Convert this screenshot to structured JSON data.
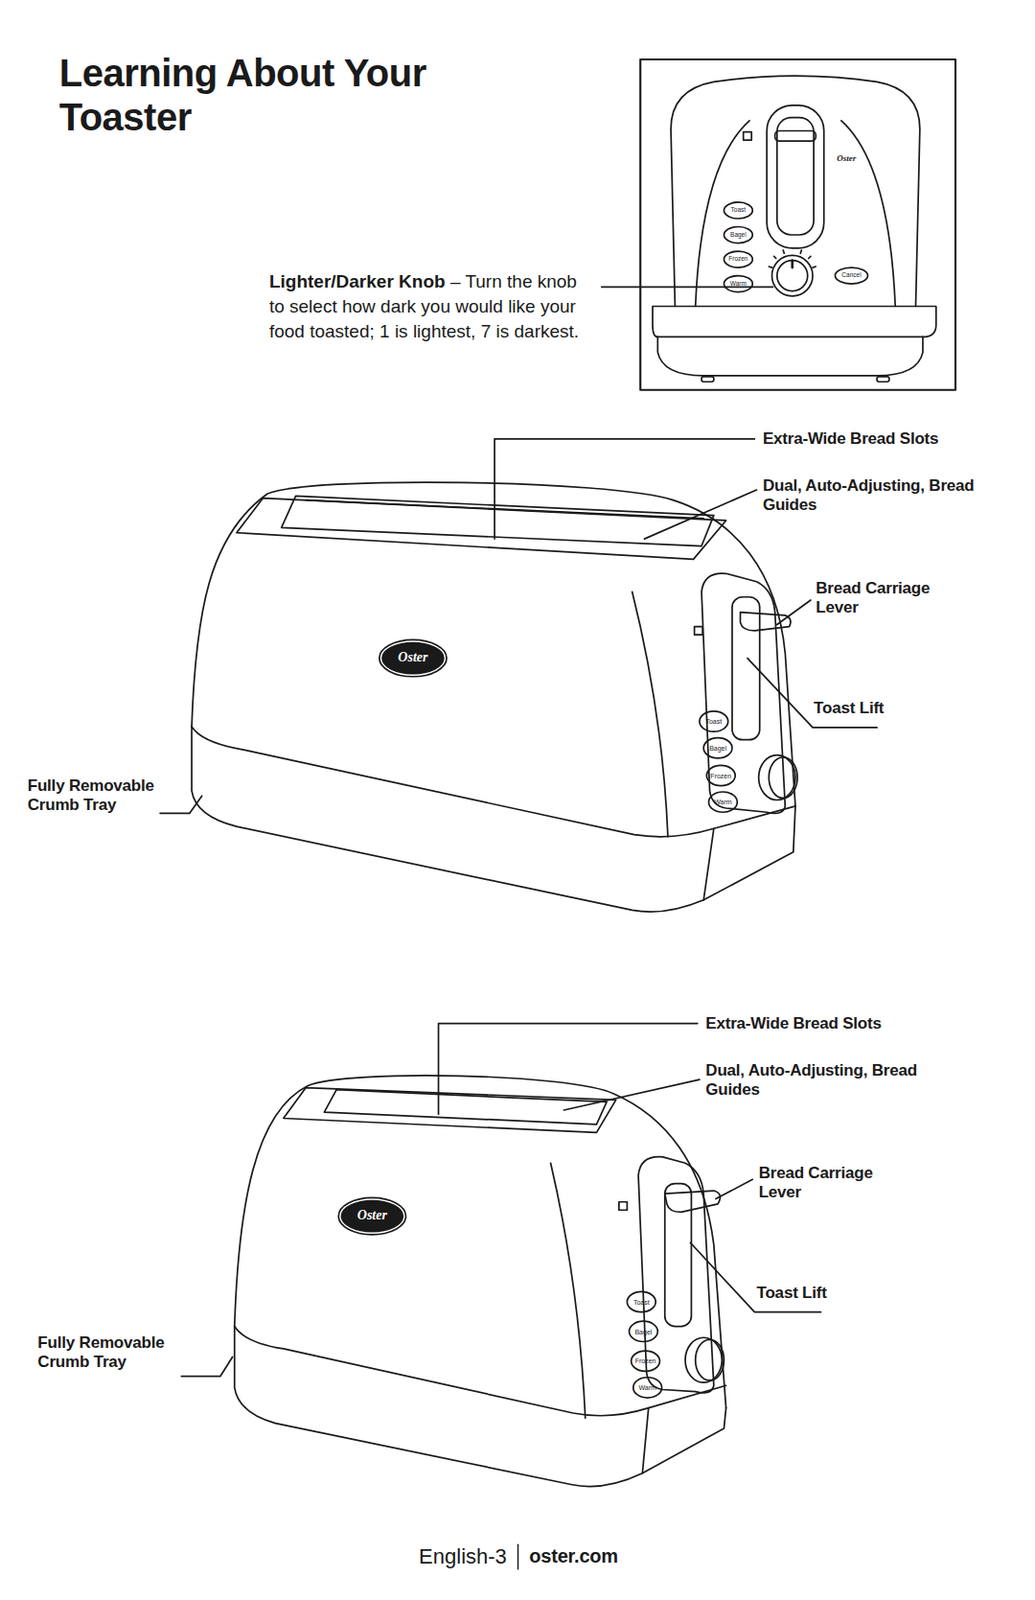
{
  "diagram": {
    "title": "Learning About Your Toaster",
    "labels": [
      "Lighter/Darker Knob",
      "– Turn the knob to select how dark you would like your food toasted; 1 is lightest, 7 is darkest.",
      "Toast",
      "Bagel",
      "Frozen",
      "Warm",
      "Cancel",
      "Oster",
      "Extra-Wide Bread Slots",
      "Dual, Auto-Adjusting, Bread Guides",
      "Bread Carriage Lever",
      "Toast Lift",
      "Fully Removable Crumb Tray",
      "Oster",
      "Toast",
      "Bagel",
      "Frozen",
      "Warm",
      "Extra-Wide Bread Slots",
      "Dual, Auto-Adjusting, Bread Guides",
      "Bread Carriage Lever",
      "Toast Lift",
      "Fully Removable Crumb Tray",
      "Oster",
      "Toast",
      "Bagel",
      "Frozen",
      "Warm",
      "English-3",
      "oster.com"
    ]
  }
}
